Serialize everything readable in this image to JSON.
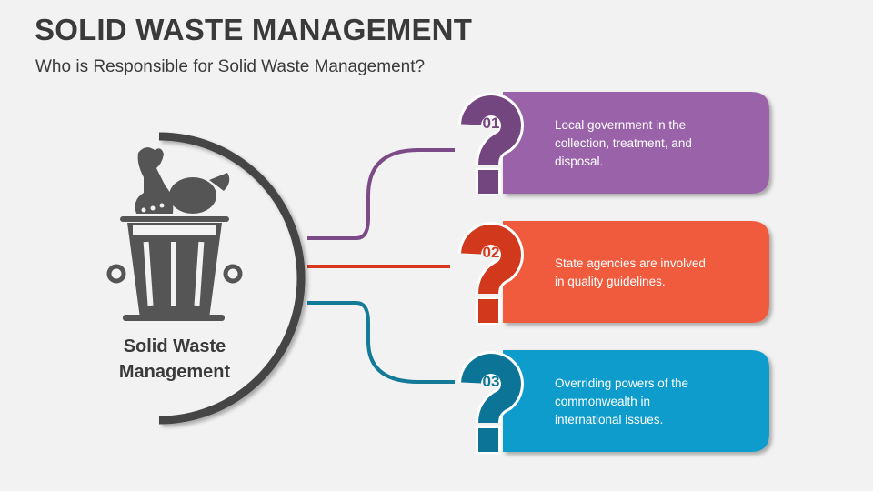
{
  "header": {
    "title": "SOLID WASTE MANAGEMENT",
    "subtitle": "Who is Responsible for Solid Waste Management?"
  },
  "center": {
    "label_line1": "Solid Waste",
    "label_line2": "Management",
    "icon": "trash-bin-with-food-waste-icon"
  },
  "items": [
    {
      "number": "01",
      "lines": [
        "Local government in the",
        "collection, treatment, and",
        "disposal."
      ],
      "color": "#9a64a9",
      "dark_color": "#73467f",
      "icon": "question-mark-icon"
    },
    {
      "number": "02",
      "lines": [
        "State agencies are involved",
        "in quality guidelines."
      ],
      "color": "#f05a3c",
      "dark_color": "#d2391c",
      "icon": "question-mark-icon"
    },
    {
      "number": "03",
      "lines": [
        "Overriding powers of the",
        "commonwealth in",
        "international issues."
      ],
      "color": "#0b9ccb",
      "dark_color": "#0b7497",
      "icon": "question-mark-icon"
    }
  ]
}
